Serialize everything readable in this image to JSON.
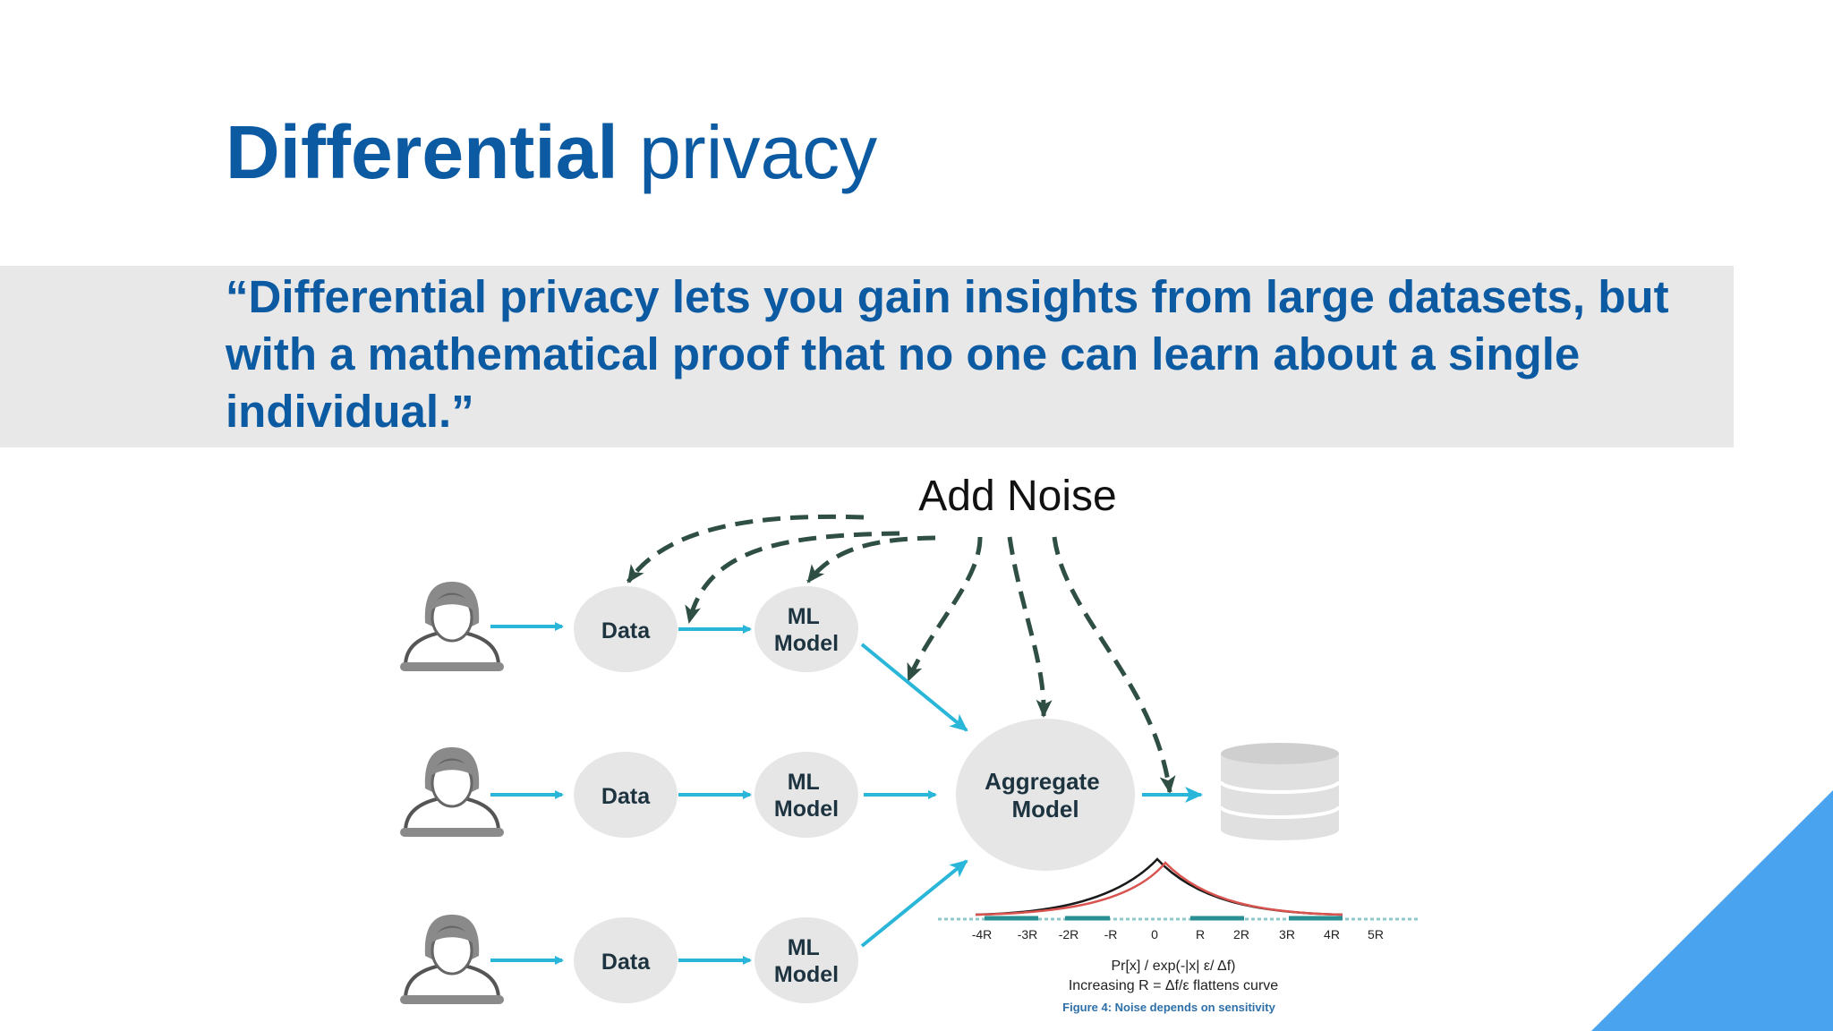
{
  "title": {
    "bold": "Differential",
    "light": "privacy"
  },
  "quote": "“Differential privacy lets you gain insights from large datasets, but with a mathematical proof that no one can learn about a single individual.”",
  "diagram": {
    "noise_label": "Add Noise",
    "data_label": "Data",
    "ml_model_label": [
      "ML",
      "Model"
    ],
    "aggregate_label": [
      "Aggregate",
      "Model"
    ],
    "inset": {
      "ticks": [
        "-4R",
        "-3R",
        "-2R",
        "-R",
        "0",
        "R",
        "2R",
        "3R",
        "4R",
        "5R"
      ],
      "formula": "Pr[x] / exp(-|x| ε/ Δf)",
      "note": "Increasing R = Δf/ε flattens curve",
      "caption": "Figure 4: Noise depends on sensitivity"
    }
  },
  "colors": {
    "title": "#0b5aa2",
    "quote_band": "#e8e8e8",
    "arrow": "#29b6d8",
    "noise_arrow": "#2f4f44",
    "node": "#e6e6e6",
    "corner": "#4aa3ef"
  }
}
